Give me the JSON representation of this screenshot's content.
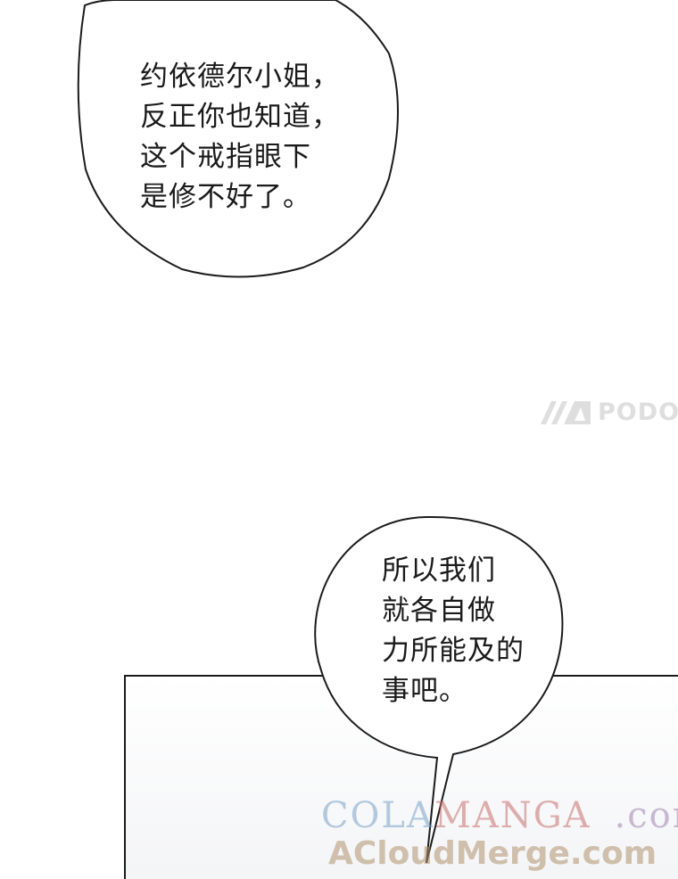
{
  "bubble_top": {
    "lines": [
      "约依德尔小姐，",
      "反正你也知道，",
      "这个戒指眼下",
      "是修不好了。"
    ]
  },
  "bubble_bottom": {
    "lines": [
      "所以我们",
      "就各自做",
      "力所能及的",
      "事吧。"
    ]
  },
  "logo": {
    "text": "PODO"
  },
  "watermark": {
    "top_left": "COLA",
    "top_right": "MANGA",
    "top_suffix": ".com",
    "bottom": "ACloudMerge.com"
  }
}
